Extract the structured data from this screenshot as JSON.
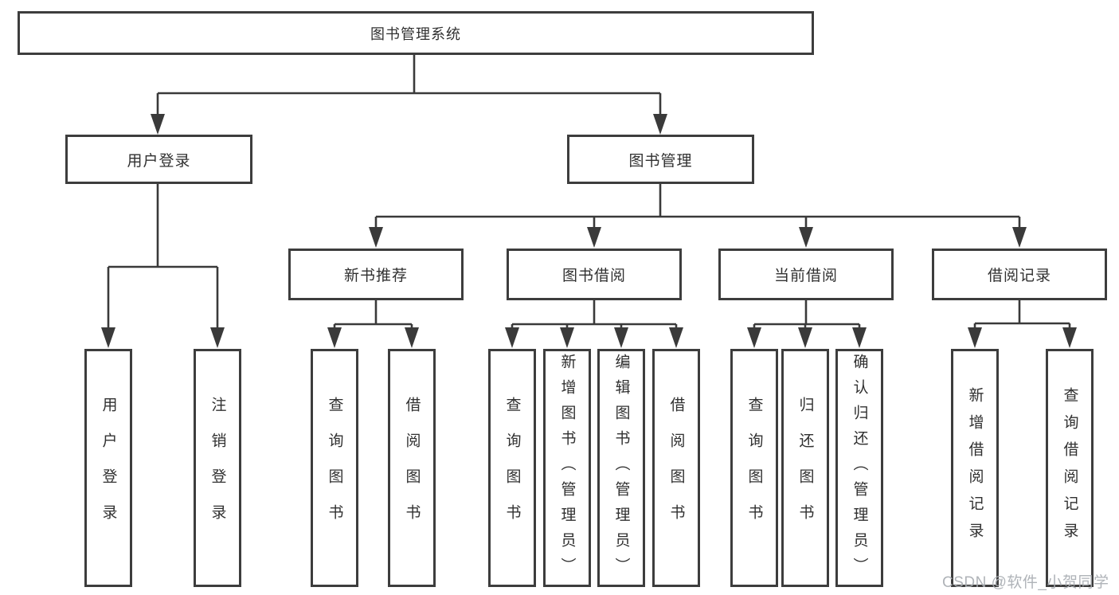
{
  "diagram": {
    "title": "图书管理系统",
    "type": "hierarchy-tree",
    "watermark": "CSDN @软件_小贺同学"
  },
  "nodes": {
    "root": "图书管理系统",
    "user_login": "用户登录",
    "book_mgmt": "图书管理",
    "new_books": "新书推荐",
    "book_borrow": "图书借阅",
    "current_borrow": "当前借阅",
    "borrow_records": "借阅记录",
    "leaf_user_login": "用户登录",
    "leaf_logout": "注销登录",
    "nb_query_books": "查询图书",
    "nb_borrow_books": "借阅图书",
    "bb_query_books": "查询图书",
    "bb_add_books": "新增图书（管理员）",
    "bb_edit_books": "编辑图书（管理员）",
    "bb_borrow_books": "借阅图书",
    "cb_query_books": "查询图书",
    "cb_return_books": "归还图书",
    "cb_confirm_return": "确认归还（管理员）",
    "br_add_record": "新增借阅记录",
    "br_query_record": "查询借阅记录"
  },
  "colors": {
    "line": "#3a3a3a",
    "box_border": "#3d3d3d",
    "text": "#303030",
    "watermark": "#a9adb2",
    "background": "#ffffff"
  }
}
